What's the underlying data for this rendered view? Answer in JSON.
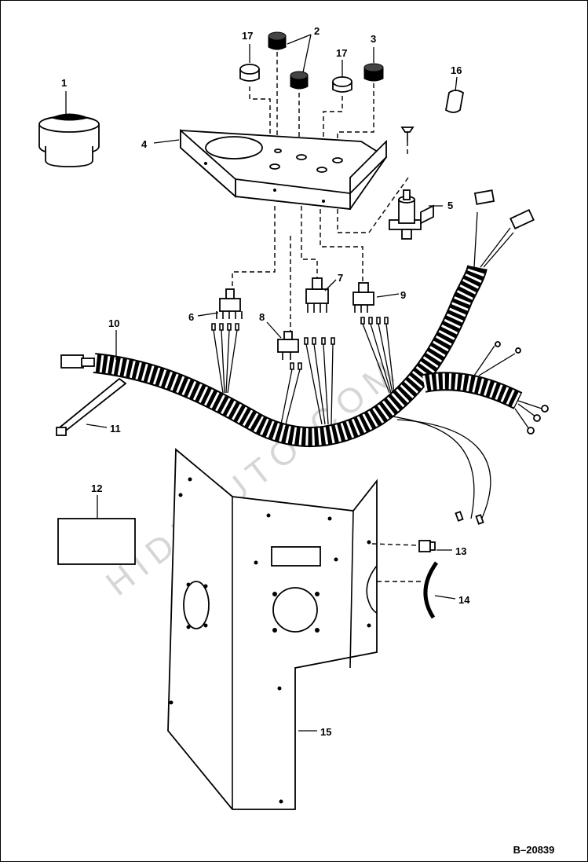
{
  "diagram": {
    "reference": "B–20839",
    "watermark": "HIDEAUTO.COM",
    "callouts": {
      "c1": "1",
      "c2": "2",
      "c3": "3",
      "c4": "4",
      "c5": "5",
      "c6": "6",
      "c7": "7",
      "c8": "8",
      "c9": "9",
      "c10": "10",
      "c11": "11",
      "c12": "12",
      "c13": "13",
      "c14": "14",
      "c15": "15",
      "c16": "16",
      "c17a": "17",
      "c17b": "17"
    }
  }
}
